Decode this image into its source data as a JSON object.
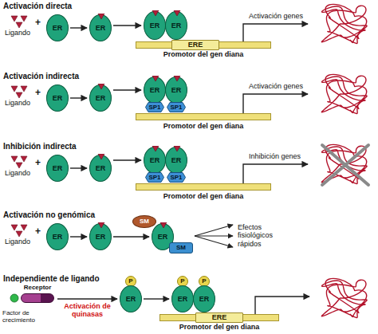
{
  "diagram": {
    "nodes": [
      {
        "text": [
          "ER"
        ]
      },
      {
        "text": [
          "ER"
        ]
      },
      {
        "text": [
          "ER"
        ]
      },
      {
        "text": [
          "ER"
        ]
      },
      {
        "text": [
          "Promotor del gen diana"
        ]
      },
      {
        "text": [
          "ERE"
        ],
        "in": 4
      },
      {
        "text": [
          "ER"
        ]
      },
      {
        "text": [
          "ER"
        ]
      },
      {
        "text": [
          "ER"
        ]
      },
      {
        "text": [
          "ER"
        ]
      },
      {
        "text": [
          "SP1"
        ]
      },
      {
        "text": [
          "SP1"
        ]
      },
      {
        "text": [
          "Promotor del gen diana"
        ]
      },
      {
        "text": [
          "ER"
        ]
      },
      {
        "text": [
          "ER"
        ]
      },
      {
        "text": [
          "ER"
        ]
      },
      {
        "text": [
          "ER"
        ]
      },
      {
        "text": [
          "SP1"
        ]
      },
      {
        "text": [
          "SP1"
        ]
      },
      {
        "text": [
          "Promotor del gen diana"
        ]
      },
      {
        "text": [
          "ER"
        ]
      },
      {
        "text": [
          "ER"
        ]
      },
      {
        "text": [
          "SM"
        ]
      },
      {
        "text": [
          "ER"
        ]
      },
      {
        "text": [
          "SM"
        ]
      },
      {
        "text": [
          "Receptor"
        ]
      },
      {
        "text": [
          "P"
        ]
      },
      {
        "text": [
          "ER"
        ]
      },
      {
        "text": [
          "P"
        ]
      },
      {
        "text": [
          "P"
        ]
      },
      {
        "text": [
          "ER"
        ]
      },
      {
        "text": [
          "ER"
        ]
      },
      {
        "text": [
          "Promotor del gen diana"
        ]
      },
      {
        "text": [
          "ERE"
        ],
        "in": 32
      }
    ],
    "edges": [
      {
        "from": 0,
        "to": 1,
        "arrow": "to"
      },
      {
        "from": 1,
        "to": 2,
        "arrow": "to"
      },
      {
        "from": 6,
        "to": 7,
        "arrow": "to"
      },
      {
        "from": 7,
        "to": 8,
        "arrow": "to"
      },
      {
        "from": 13,
        "to": 14,
        "arrow": "to"
      },
      {
        "from": 14,
        "to": 15,
        "arrow": "to"
      },
      {
        "from": 20,
        "to": 21,
        "arrow": "to"
      },
      {
        "from": 21,
        "to": 23,
        "arrow": "to"
      },
      {
        "from": 25,
        "to": 27,
        "label": "Activación de quinasas",
        "arrow": "to"
      },
      {
        "from": 27,
        "to": 30,
        "arrow": "to"
      }
    ],
    "labels": [
      "Activación directa",
      "Ligando",
      "+",
      "Activación genes",
      "Activación indirecta",
      "Ligando",
      "+",
      "Activación genes",
      "Inhibición indirecta",
      "Ligando",
      "+",
      "Inhibición genes",
      "Activación no genómica",
      "Ligando",
      "+",
      "Efectos fisiológicos rápidos",
      "Independiente de ligando",
      "Factor de crecimiento"
    ]
  }
}
